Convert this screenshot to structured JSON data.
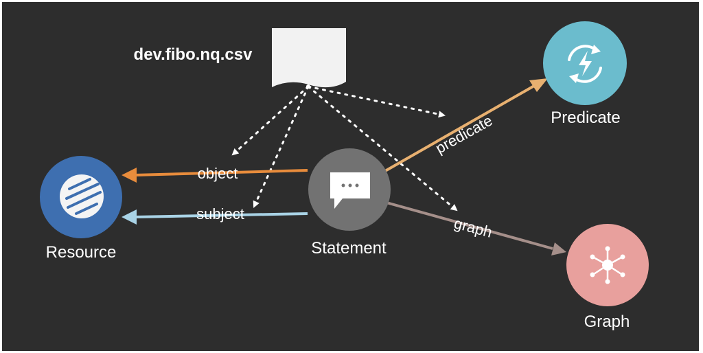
{
  "source_file": {
    "label": "dev.fibo.nq.csv",
    "icon": "document-icon"
  },
  "nodes": {
    "resource": {
      "label": "Resource",
      "color": "#3e6fb0",
      "icon": "resource-icon"
    },
    "statement": {
      "label": "Statement",
      "color": "#727272",
      "icon": "chat-bubble-icon"
    },
    "predicate": {
      "label": "Predicate",
      "color": "#6bbccd",
      "icon": "lightning-refresh-icon"
    },
    "graph": {
      "label": "Graph",
      "color": "#e8a09d",
      "icon": "network-hub-icon"
    }
  },
  "edges": {
    "object": {
      "label": "object",
      "color": "#e88c3c"
    },
    "subject": {
      "label": "subject",
      "color": "#a9d3e6"
    },
    "predicate": {
      "label": "predicate",
      "color": "#e8b070"
    },
    "graph": {
      "label": "graph",
      "color": "#a58f8a"
    }
  },
  "colors": {
    "background": "#2d2d2d",
    "text": "#ffffff",
    "dotted_links": "#ffffff"
  }
}
